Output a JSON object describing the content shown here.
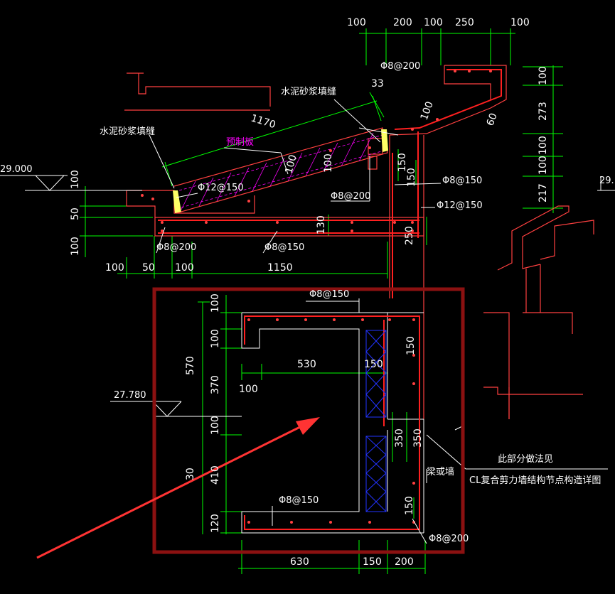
{
  "colors": {
    "background": "#000000",
    "dimension": "#00ff00",
    "outline": "#ff3b3b",
    "rebar": "#ff3b3b",
    "text": "#ffffff",
    "precast": "#ff00ff",
    "insulation": "#2233ff",
    "highlight": "#8b1111",
    "arrow": "#ff3333",
    "filler": "#ffff66"
  },
  "labels": {
    "grout_top": "水泥砂浆填缝",
    "grout_left": "水泥砂浆填缝",
    "precast_board": "预制板",
    "note_line1": "此部分做法见",
    "note_line2": "CL复合剪力墙结构节点构造详图",
    "beam_wall": "梁或墙",
    "elev_left": "29.000",
    "elev_right": "29.",
    "elev_mid": "27.780"
  },
  "rebar": {
    "r_top": "Φ8@200",
    "r_left_top": "Φ12@150",
    "r_mid": "Φ8@200",
    "r_right1": "Φ8@150",
    "r_right2": "Φ12@150",
    "r_bot_left": "Φ8@200",
    "r_bot_mid": "Φ8@150",
    "r_box_top": "Φ8@150",
    "r_box_bot": "Φ8@150",
    "r_box_br": "Φ8@200"
  },
  "dims": {
    "top_row": [
      "100",
      "200",
      "100",
      "250",
      "100"
    ],
    "d33": "33",
    "d1170": "1170",
    "d100_slope": "100",
    "d100_rib": "100",
    "d100_side": "100",
    "d60": "60",
    "right_col": [
      "100",
      "273",
      "100",
      "100",
      "217"
    ],
    "left_col": [
      "100",
      "50",
      "100"
    ],
    "bottom_row": [
      "100",
      "50",
      "100",
      "1150"
    ],
    "d130": "130",
    "d150_a": "150",
    "d150_b": "150",
    "d250": "250",
    "box_left": [
      "100",
      "100",
      "370",
      "100",
      "410",
      "120"
    ],
    "box_outer": [
      "570",
      "30"
    ],
    "d530": "530",
    "d100_in": "100",
    "d150_in": "150",
    "d150_r": "150",
    "d350_a": "350",
    "d350_b": "350",
    "d150_br": "150",
    "box_bottom": [
      "630",
      "150",
      "200"
    ]
  }
}
